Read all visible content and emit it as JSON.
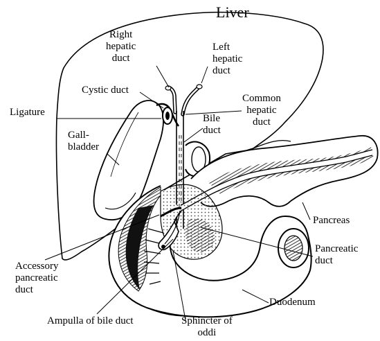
{
  "diagram": {
    "title": "Liver",
    "labels": {
      "right_hepatic_duct": [
        "Right",
        "hepatic",
        "duct"
      ],
      "left_hepatic_duct": [
        "Left",
        "hepatic",
        "duct"
      ],
      "cystic_duct": "Cystic duct",
      "common_hepatic_duct": [
        "Common",
        "hepatic",
        "duct"
      ],
      "ligature": "Ligature",
      "bile_duct": [
        "Bile",
        "duct"
      ],
      "gallbladder": [
        "Gall-",
        "bladder"
      ],
      "pancreas": "Pancreas",
      "pancreatic_duct": [
        "Pancreatic",
        "duct"
      ],
      "accessory_pancreatic_duct": [
        "Accessory",
        "pancreatic",
        "duct"
      ],
      "duodenum": "Duodenum",
      "ampulla_of_bile_duct": "Ampulla of bile duct",
      "sphincter_of_oddi": [
        "Sphincter of",
        "oddi"
      ]
    },
    "colors": {
      "ink": "#000000",
      "paper": "#ffffff",
      "shade": "#333333"
    }
  }
}
